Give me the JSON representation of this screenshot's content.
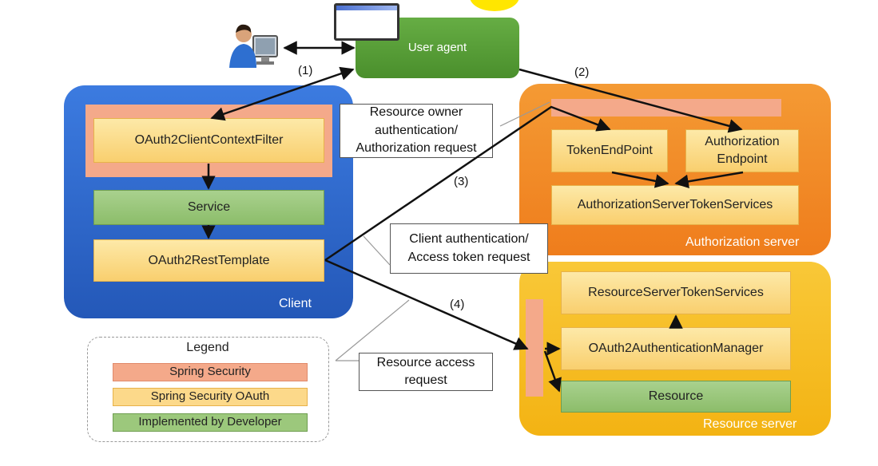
{
  "user_agent": "User agent",
  "client": {
    "label": "Client",
    "filter": "OAuth2ClientContextFilter",
    "service": "Service",
    "rest_template": "OAuth2RestTemplate"
  },
  "auth_server": {
    "label": "Authorization server",
    "token_endpoint": "TokenEndPoint",
    "authorization_endpoint": "Authorization Endpoint",
    "token_services": "AuthorizationServerTokenServices"
  },
  "resource_server": {
    "label": "Resource server",
    "token_services": "ResourceServerTokenServices",
    "auth_manager": "OAuth2AuthenticationManager",
    "resource": "Resource"
  },
  "callouts": {
    "resource_owner_auth": "Resource owner authentication/ Authorization request",
    "client_auth": "Client authentication/ Access token request",
    "resource_access": "Resource access request"
  },
  "steps": [
    "(1)",
    "(2)",
    "(3)",
    "(4)"
  ],
  "legend": {
    "title": "Legend",
    "items": [
      {
        "label": "Spring Security",
        "color": "#f4a98a"
      },
      {
        "label": "Spring Security OAuth",
        "color": "#fcd98a"
      },
      {
        "label": "Implemented by Developer",
        "color": "#9cc87c"
      }
    ]
  },
  "colors": {
    "client_bg": "#2e6bd1",
    "auth_bg": "#f28a26",
    "resource_bg": "#f7bd22",
    "user_agent_bg": "#5aa13a"
  },
  "icons": [
    "user-at-computer-icon",
    "browser-window-icon"
  ]
}
